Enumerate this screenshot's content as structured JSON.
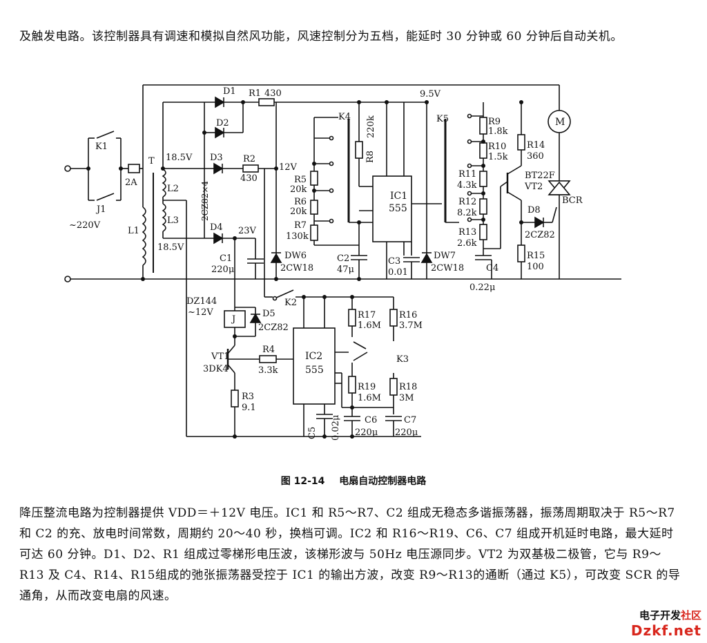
{
  "intro_text": "及触发电路。该控制器具有调速和模拟自然风功能，风速控制分为五档，能延时 30 分钟或 60 分钟后自动关机。",
  "caption": {
    "number": "图 12-14",
    "title": "电扇自动控制器电路"
  },
  "description": "降压整流电路为控制器提供 VDD＝＋12V 电压。IC1 和 R5～R7、C2 组成无稳态多谐振荡器，振荡周期取决于 R5～R7 和 C2 的充、放电时间常数，周期约 20～40 秒，换档可调。IC2 和 R16～R19、C6、C7 组成开机延时电路，最大延时可达 60 分钟。D1、D2、R1 组成过零梯形电压波，该梯形波与 50Hz 电压源同步。VT2 为双基极二极管，它与 R9～R13 及 C4、R14、R15组成的弛张振荡器受控于 IC1 的输出方波，改变 R9～R13的通断（通过 K5），可改变 SCR 的导通角，从而改变电扇的风速。",
  "watermark": {
    "line1_black": "电子开发",
    "line1_red": "社区",
    "line2": "Dzkf.net"
  },
  "labels": {
    "ac_in": "~220V",
    "fuse": "2A",
    "k1": "K1",
    "j1": "J1",
    "t": "T",
    "l1": "L1",
    "l2": "L2",
    "l3": "L3",
    "v185a": "18.5V",
    "v185b": "18.5V",
    "d1": "D1",
    "d2": "D2",
    "d3": "D3",
    "d4": "D4",
    "d_pack": "2CZ82×4",
    "r1": "R1",
    "r1v": "430",
    "r2": "R2",
    "r2v": "430",
    "v95": "9.5V",
    "v12": "12V",
    "v23": "23V",
    "c1": "C1",
    "c1v": "220μ",
    "dw6": "DW6",
    "dw6v": "2CW18",
    "dw7": "DW7",
    "dw7v": "2CW18",
    "k4": "K4",
    "r5": "R5",
    "r5v": "20k",
    "r6": "R6",
    "r6v": "20k",
    "r7": "R7",
    "r7v": "130k",
    "r8": "R8",
    "r8v": "220k",
    "c2": "C2",
    "c2v": "47μ",
    "ic1": "IC1",
    "ic1v": "555",
    "c3": "C3",
    "c3v": "0.01",
    "k5": "K5",
    "r9": "R9",
    "r9v": "1.8k",
    "r10": "R10",
    "r10v": "1.5k",
    "r11": "R11",
    "r11v": "4.3k",
    "r12": "R12",
    "r12v": "8.2k",
    "r13": "R13",
    "r13v": "2.6k",
    "c4": "C4",
    "c4v": "0.22μ",
    "r14": "R14",
    "r14v": "360",
    "r15": "R15",
    "r15v": "100",
    "vt2": "VT2",
    "vt2v": "BT22F",
    "bcr": "BCR",
    "d8": "D8",
    "d8v": "2CZ82",
    "motor": "M",
    "k2": "K2",
    "relay": "DZ144",
    "relayv": "~12V",
    "relay_j": "J",
    "d5": "D5",
    "d5v": "2CZ82",
    "vt1": "VT1",
    "vt1v": "3DK4",
    "r4": "R4",
    "r4v": "3.3k",
    "r3": "R3",
    "r3v": "9.1",
    "ic2": "IC2",
    "ic2v": "555",
    "c5": "C5",
    "c5v": "0.02μ",
    "c6": "C6",
    "c6v": "220μ",
    "c7": "C7",
    "c7v": "220μ",
    "r16": "R16",
    "r16v": "3.7M",
    "r17": "R17",
    "r17v": "1.6M",
    "r18": "R18",
    "r18v": "3M",
    "r19": "R19",
    "r19v": "1.6M",
    "k3": "K3"
  }
}
